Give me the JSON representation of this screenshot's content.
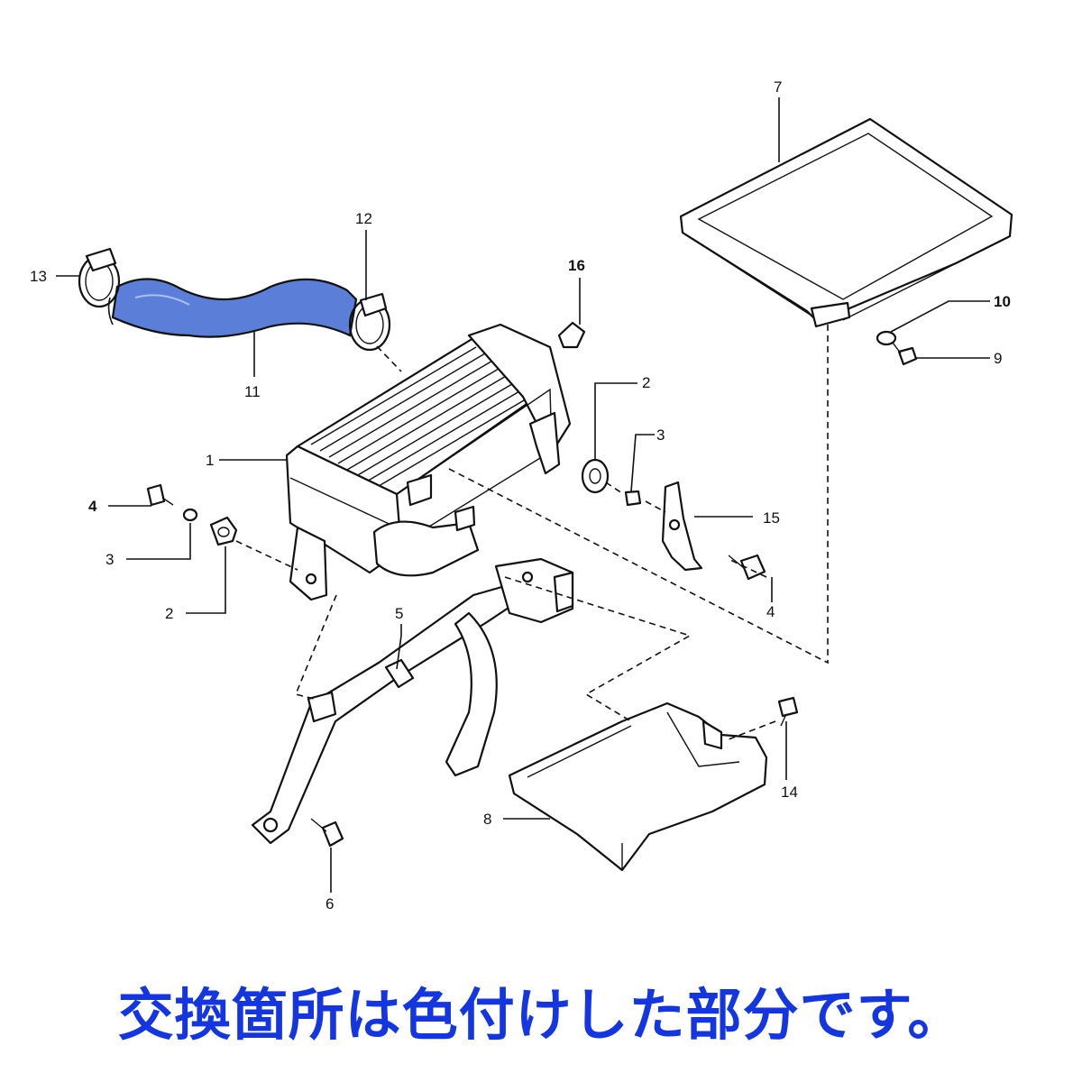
{
  "diagram": {
    "callouts": [
      {
        "id": "c1",
        "text": "1"
      },
      {
        "id": "c2a",
        "text": "2"
      },
      {
        "id": "c2b",
        "text": "2"
      },
      {
        "id": "c3a",
        "text": "3"
      },
      {
        "id": "c3b",
        "text": "3"
      },
      {
        "id": "c4a",
        "text": "4"
      },
      {
        "id": "c4b",
        "text": "4"
      },
      {
        "id": "c5",
        "text": "5"
      },
      {
        "id": "c6",
        "text": "6"
      },
      {
        "id": "c7",
        "text": "7"
      },
      {
        "id": "c8",
        "text": "8"
      },
      {
        "id": "c9",
        "text": "9"
      },
      {
        "id": "c10",
        "text": "10"
      },
      {
        "id": "c11",
        "text": "11"
      },
      {
        "id": "c12",
        "text": "12"
      },
      {
        "id": "c13",
        "text": "13"
      },
      {
        "id": "c14",
        "text": "14"
      },
      {
        "id": "c15",
        "text": "15"
      },
      {
        "id": "c16",
        "text": "16"
      }
    ],
    "highlight_color": "#5b7fd9",
    "caption_color": "#1436e0"
  },
  "caption": "交換箇所は色付けした部分です。"
}
